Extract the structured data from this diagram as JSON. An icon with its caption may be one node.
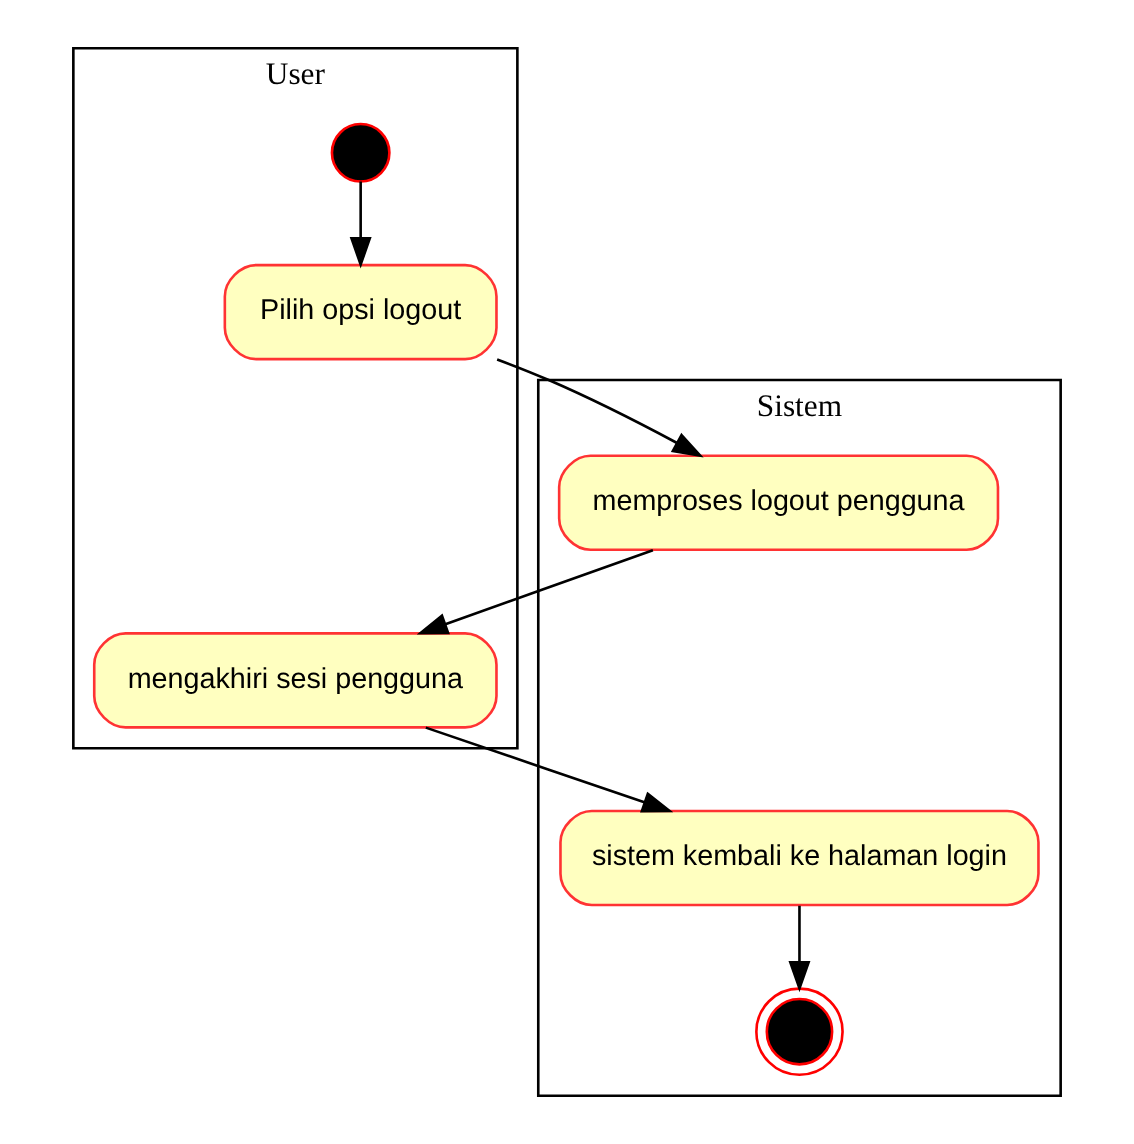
{
  "diagram": {
    "nodes": [
      {
        "text": [
          "User"
        ]
      },
      {
        "text": [
          "Sistem"
        ]
      },
      {
        "text": [],
        "shape": "circle",
        "in": 0
      },
      {
        "text": [
          "Pilih opsi logout"
        ],
        "in": 0
      },
      {
        "text": [
          "memproses logout pengguna"
        ],
        "in": 1
      },
      {
        "text": [
          "mengakhiri sesi pengguna"
        ],
        "in": 0
      },
      {
        "text": [
          "sistem kembali ke halaman login"
        ],
        "in": 1
      },
      {
        "text": [],
        "shape": "circle",
        "in": 1
      }
    ],
    "edges": [
      {
        "from": 2,
        "to": 3,
        "arrow": "to"
      },
      {
        "from": 3,
        "to": 4,
        "arrow": "to"
      },
      {
        "from": 4,
        "to": 5,
        "arrow": "to"
      },
      {
        "from": 5,
        "to": 6,
        "arrow": "to"
      },
      {
        "from": 6,
        "to": 7,
        "arrow": "to"
      }
    ]
  }
}
